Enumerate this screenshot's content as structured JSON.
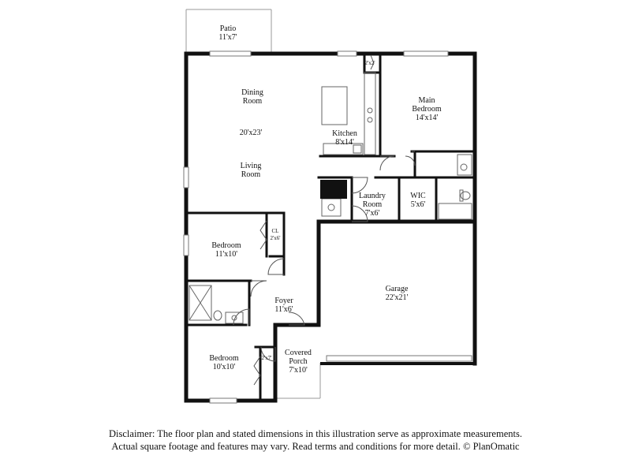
{
  "rooms": {
    "patio": {
      "name": "Patio",
      "size": "11'x7'"
    },
    "dining_room": {
      "name_line1": "Dining",
      "name_line2": "Room"
    },
    "great_room_size": "20'x23'",
    "living_room": {
      "name_line1": "Living",
      "name_line2": "Room"
    },
    "kitchen": {
      "name": "Kitchen",
      "size": "8'x14'"
    },
    "pantry": {
      "size": "2'x2'"
    },
    "main_bedroom": {
      "name_line1": "Main",
      "name_line2": "Bedroom",
      "size": "14'x14'"
    },
    "laundry": {
      "name_line1": "Laundry",
      "name_line2": "Room",
      "size": "7'x6'"
    },
    "wic": {
      "name": "WIC",
      "size": "5'x6'"
    },
    "closet": {
      "name": "CL",
      "size": "2'x6'"
    },
    "bedroom_1": {
      "name": "Bedroom",
      "size": "11'x10'"
    },
    "garage": {
      "name": "Garage",
      "size": "22'x21'"
    },
    "foyer": {
      "name": "Foyer",
      "size": "11'x6'"
    },
    "bedroom_2": {
      "name": "Bedroom",
      "size": "10'x10'"
    },
    "bedroom_2_closet": {
      "size": "2'x7'"
    },
    "covered_porch": {
      "name_line1": "Covered",
      "name_line2": "Porch",
      "size": "7'x10'"
    }
  },
  "disclaimer": {
    "line1": "Disclaimer: The floor plan and stated dimensions in this illustration serve as approximate measurements.",
    "line2": "Actual square footage and features may vary. Read terms and conditions for more detail. © PlanOmatic"
  }
}
